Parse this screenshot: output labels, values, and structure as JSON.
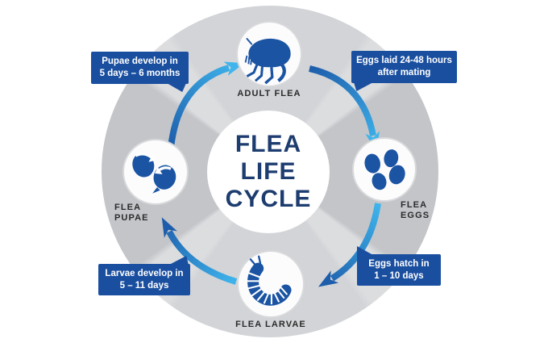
{
  "diagram": {
    "title_lines": [
      "FLEA",
      "LIFE",
      "CYCLE"
    ],
    "stages": {
      "adult": {
        "label": "ADULT FLEA"
      },
      "eggs": {
        "label_line1": "FLEA",
        "label_line2": "EGGS"
      },
      "larvae": {
        "label": "FLEA LARVAE"
      },
      "pupae": {
        "label_line1": "FLEA",
        "label_line2": "PUPAE"
      }
    },
    "callouts": {
      "adult_to_eggs": {
        "line1": "Eggs laid 24-48 hours",
        "line2": "after mating"
      },
      "eggs_to_larvae": {
        "line1": "Eggs hatch in",
        "line2": "1 – 10 days"
      },
      "larvae_to_pupae": {
        "line1": "Larvae develop in",
        "line2": "5 – 11 days"
      },
      "pupae_to_adult": {
        "line1": "Pupae develop in",
        "line2": "5 days – 6 months"
      }
    },
    "colors": {
      "callout_blue": "#1a4fa0",
      "icon_blue": "#1b54a3",
      "title_navy": "#1d3c6f",
      "arrow_dark": "#1d5dab",
      "arrow_light": "#3fb5ec",
      "ring_gray": "#c3c5c9",
      "ring_gray_light": "#d2d4d7",
      "ring_band_light": "#dcdddf"
    }
  }
}
